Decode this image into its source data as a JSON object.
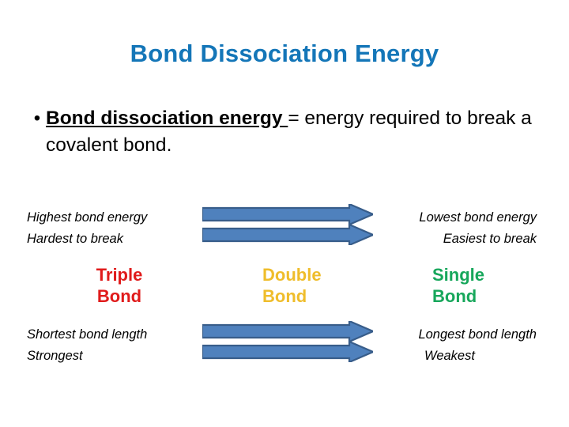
{
  "slide": {
    "title": "Bond Dissociation Energy",
    "background_color": "#FFFFFF",
    "title_color": "#1476B8"
  },
  "body": {
    "bullet_marker": "•",
    "term": "Bond dissociation energy ",
    "definition": "= energy required to break a covalent bond."
  },
  "diagram": {
    "top_left_labels": [
      "Highest bond energy",
      "Hardest to break"
    ],
    "top_right_labels": [
      "Lowest bond energy",
      "Easiest to break"
    ],
    "bottom_left_labels": [
      "Shortest bond length",
      "Strongest"
    ],
    "bottom_right_labels": [
      "Longest bond length",
      "Weakest"
    ],
    "bond_types": [
      {
        "name_line1": "Triple",
        "name_line2": "Bond",
        "color": "#E01B1B"
      },
      {
        "name_line1": "Double",
        "name_line2": "Bond",
        "color": "#EFBD2B"
      },
      {
        "name_line1": "Single",
        "name_line2": "Bond",
        "color": "#17A75B"
      }
    ],
    "arrows": {
      "count": 4,
      "direction": "right",
      "fill_color": "#4F81BD",
      "border_color": "#385D8A"
    }
  }
}
